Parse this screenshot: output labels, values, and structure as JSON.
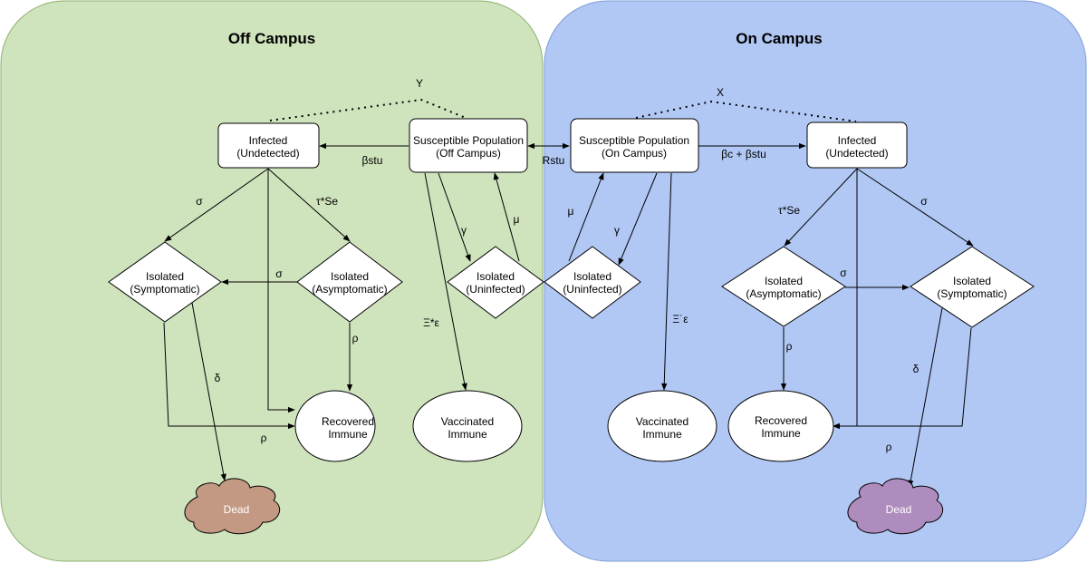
{
  "colors": {
    "off_campus_fill": "#cfe3bd",
    "off_campus_stroke": "#8db16f",
    "on_campus_fill": "#b1c8f5",
    "on_campus_stroke": "#7e9bd6",
    "node_fill": "#ffffff",
    "dead_off_campus": "#c49984",
    "dead_on_campus": "#ae8cbe"
  },
  "panels": {
    "off_campus": {
      "title": "Off Campus"
    },
    "on_campus": {
      "title": "On Campus"
    }
  },
  "nodes": {
    "off_infected": [
      "Infected",
      "(Undetected)"
    ],
    "off_susceptible": [
      "Susceptible Population",
      "(Off Campus)"
    ],
    "off_isolated_symptomatic": [
      "Isolated",
      "(Symptomatic)"
    ],
    "off_isolated_asymptomatic": [
      "Isolated",
      "(Asymptomatic)"
    ],
    "off_isolated_uninfected": [
      "Isolated",
      "(Uninfected)"
    ],
    "off_recovered": [
      "Recovered",
      "Immune"
    ],
    "off_vaccinated": [
      "Vaccinated",
      "Immune"
    ],
    "off_dead": [
      "Dead"
    ],
    "on_susceptible": [
      "Susceptible Population",
      "(On Campus)"
    ],
    "on_infected": [
      "Infected",
      "(Undetected)"
    ],
    "on_isolated_uninfected": [
      "Isolated",
      "(Uninfected)"
    ],
    "on_isolated_asymptomatic": [
      "Isolated",
      "(Asymptomatic)"
    ],
    "on_isolated_symptomatic": [
      "Isolated",
      "(Symptomatic)"
    ],
    "on_vaccinated": [
      "Vaccinated",
      "Immune"
    ],
    "on_recovered": [
      "Recovered",
      "Immune"
    ],
    "on_dead": [
      "Dead"
    ]
  },
  "edge_labels": {
    "off_beta": "βstu",
    "r_stu": "Rstu",
    "on_beta": "βc + βstu",
    "off_sigma_left": "σ",
    "off_tau_se": "τ*Se",
    "off_sigma_mid": "σ",
    "off_rho_down": "ρ",
    "off_delta": "δ",
    "off_rho_bottom": "ρ",
    "off_xi_eps": "Ξ*ε",
    "off_gamma": "γ",
    "off_mu": "μ",
    "on_mu": "μ",
    "on_gamma": "γ",
    "on_xi_eps": "Ξ˙ε",
    "on_tau_se": "τ*Se",
    "on_sigma_right": "σ",
    "on_sigma_mid": "σ",
    "on_rho_down": "ρ",
    "on_delta": "δ",
    "on_rho_bottom": "ρ",
    "off_y": "Y",
    "on_x": "X"
  }
}
